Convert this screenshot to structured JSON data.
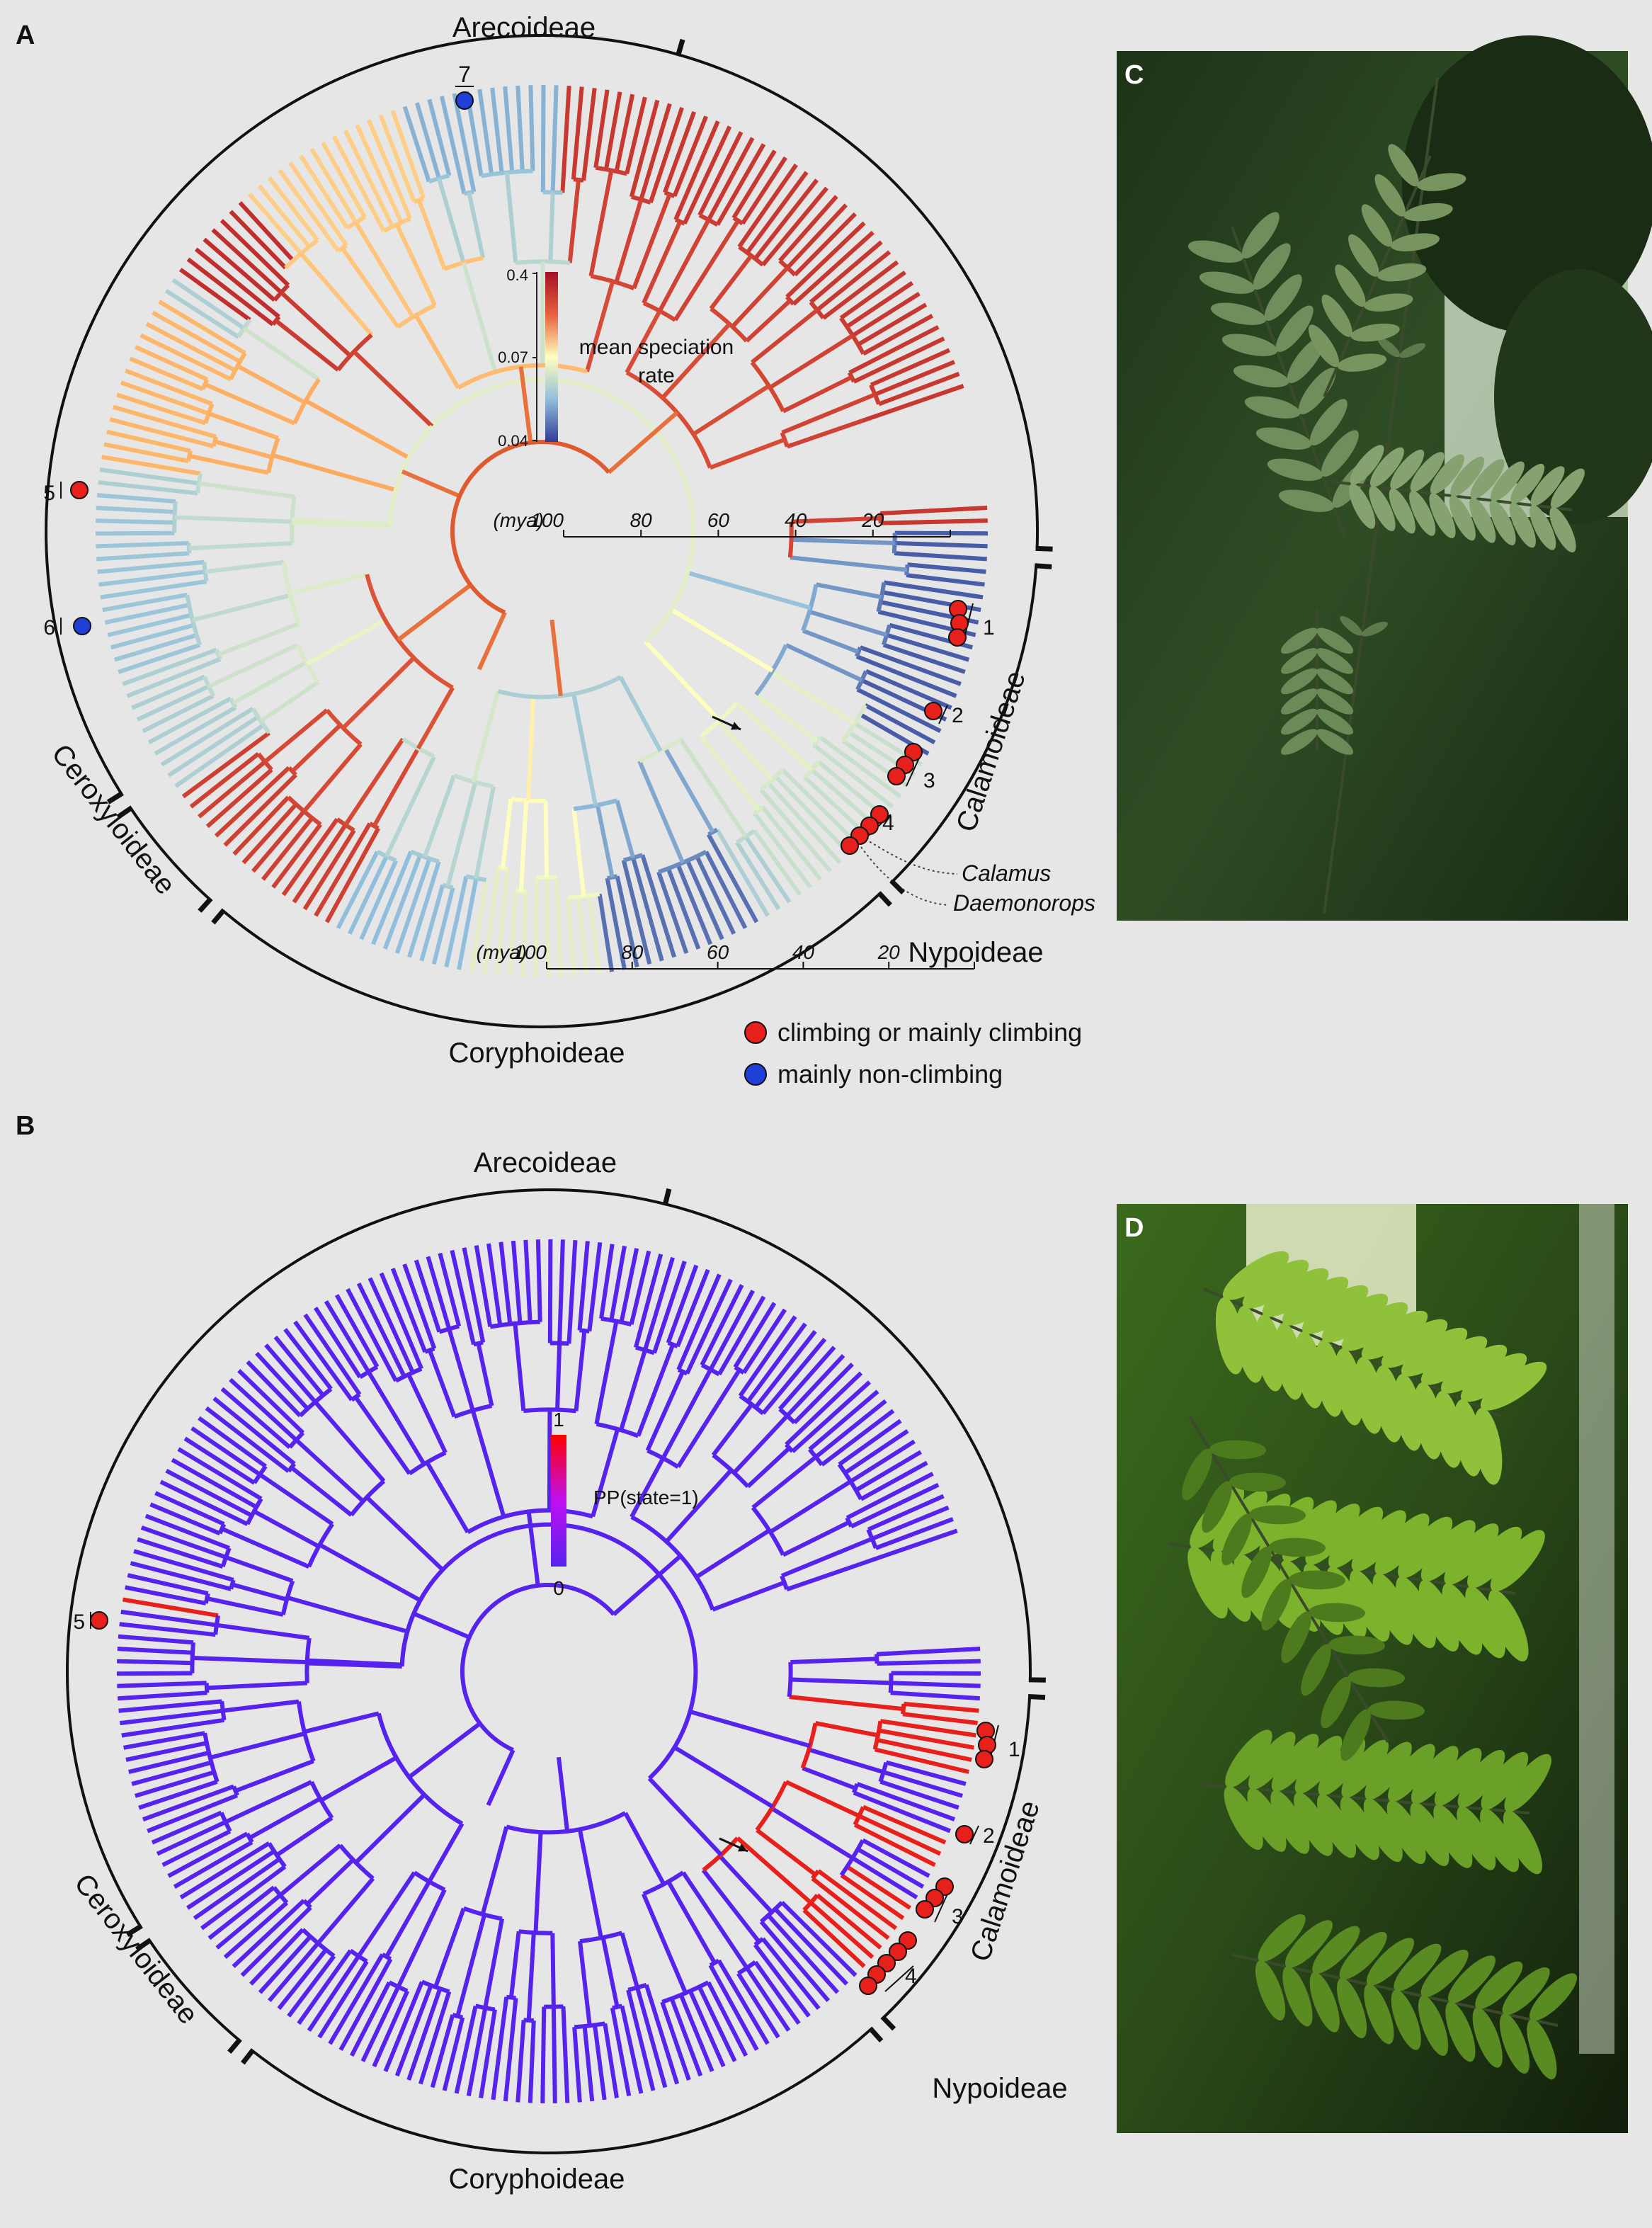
{
  "panel_labels": {
    "a": "A",
    "b": "B",
    "c": "C",
    "d": "D"
  },
  "subfamilies": {
    "arecoideae": "Arecoideae",
    "calamoideae": "Calamoideae",
    "nypoideae": "Nypoideae",
    "coryphoideae": "Coryphoideae",
    "ceroxyloideae": "Ceroxyloideae"
  },
  "genera": {
    "calamus": "Calamus",
    "daemonorops": "Daemonorops"
  },
  "timescale": {
    "unit": "(mya)",
    "ticks": [
      "100",
      "80",
      "60",
      "40",
      "20"
    ]
  },
  "legend_rate": {
    "title_line1": "mean speciation",
    "title_line2": "rate",
    "max": "0.4",
    "mid": "0.07",
    "min": "0.04"
  },
  "legend_pp": {
    "title": "PP(state=1)",
    "max": "1",
    "min": "0"
  },
  "markers": {
    "m1": "1",
    "m2": "2",
    "m3": "3",
    "m4": "4",
    "m5": "5",
    "m6": "6",
    "m7": "7"
  },
  "legend_climbing": {
    "climbing": "climbing or mainly climbing",
    "non_climbing": "mainly non-climbing"
  },
  "colors": {
    "climbing": "#e8201c",
    "non_climbing": "#1f3fd8",
    "tree_b": "#5522ee",
    "rate_high": "#a50f24",
    "rate_low": "#313b96",
    "pp_high": "#ff0000",
    "pp_low": "#5522ee"
  }
}
